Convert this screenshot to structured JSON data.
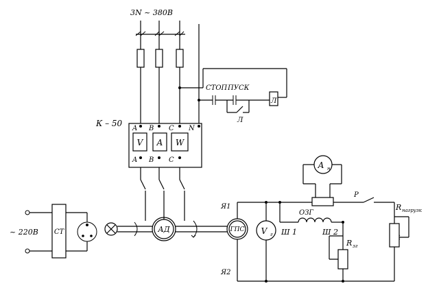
{
  "supply": {
    "label": "3N ~ 380В"
  },
  "control": {
    "stop": "СТОП",
    "start": "ПУСК",
    "relay": "Л",
    "relay_contact": "Л"
  },
  "meter_block": {
    "label": "К – 50",
    "top_terminals": [
      "A",
      "B",
      "C",
      "N"
    ],
    "meters": [
      "V",
      "A",
      "W"
    ],
    "bottom_terminals": [
      "A",
      "B",
      "C"
    ]
  },
  "single_phase": {
    "voltage": "~ 220В",
    "stabilizer": "СТ"
  },
  "machines": {
    "motor": "АД",
    "generator": "ГПС"
  },
  "generator_circuit": {
    "terminal_top": "Я1",
    "terminal_bottom": "Я2",
    "voltmeter": "V",
    "voltmeter_sub": "г",
    "ammeter": "А",
    "ammeter_sub": "н",
    "field_winding": "ОЗГ",
    "field_t1": "Ш 1",
    "field_t2": "Ш 2",
    "field_rheostat": "R",
    "field_rheostat_sub": "зг",
    "switch": "Р",
    "load": "R",
    "load_sub": "нагрузк"
  }
}
